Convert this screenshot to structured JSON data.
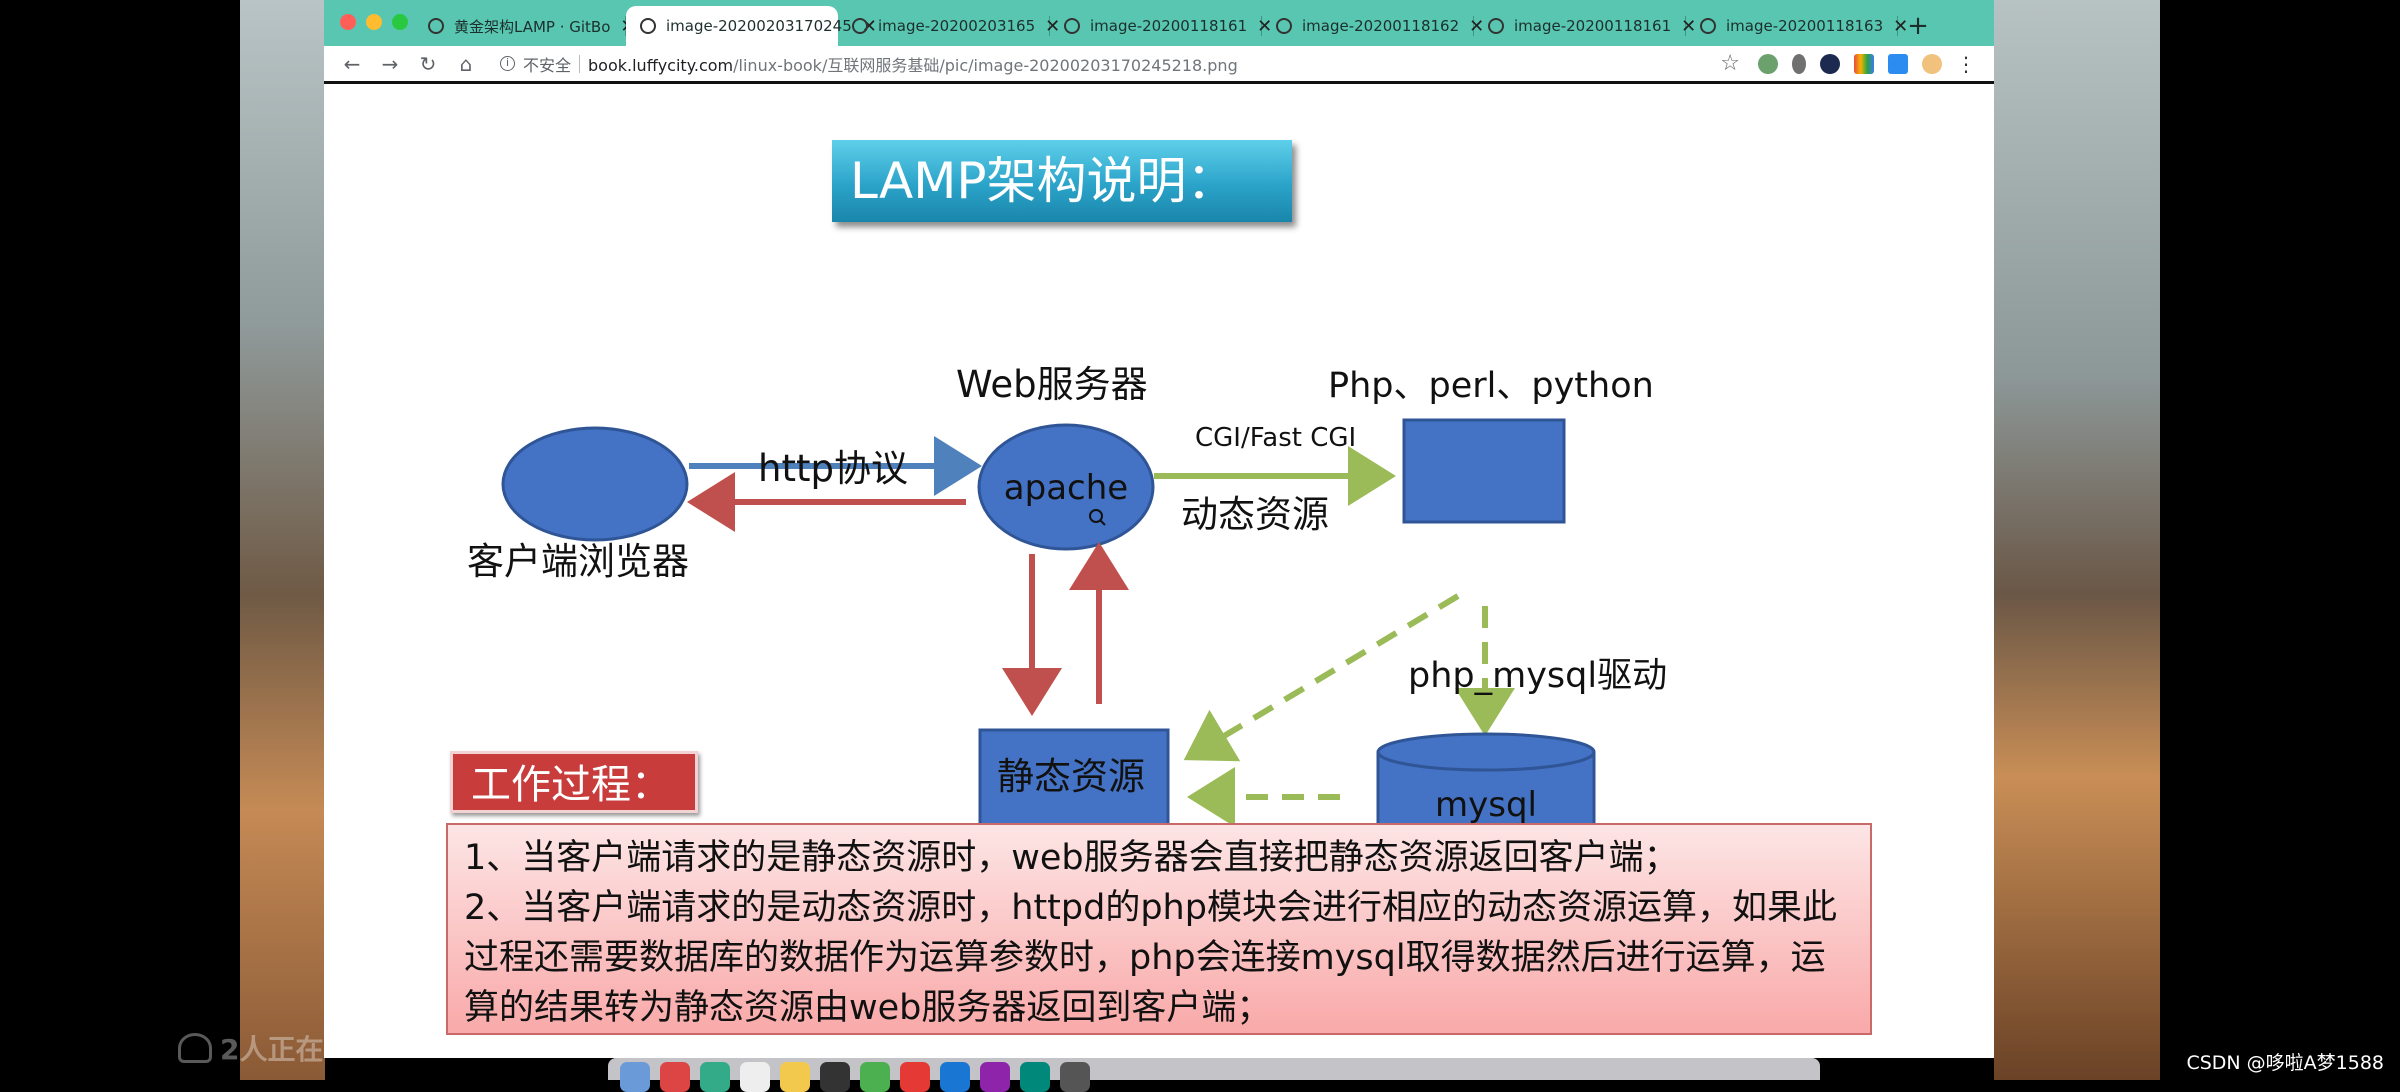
{
  "browser": {
    "tabs": [
      {
        "title": "黄金架构LAMP · GitBo",
        "active": false
      },
      {
        "title": "image-20200203170245",
        "active": true
      },
      {
        "title": "image-20200203165",
        "active": false
      },
      {
        "title": "image-20200118161",
        "active": false
      },
      {
        "title": "image-20200118162",
        "active": false
      },
      {
        "title": "image-20200118161",
        "active": false
      },
      {
        "title": "image-20200118163",
        "active": false
      }
    ],
    "tab_close": "✕",
    "new_tab": "+",
    "security_label": "不安全",
    "url_host": "book.luffycity.com",
    "url_path": "/linux-book/互联网服务基础/pic/image-20200203170245218.png",
    "nav": {
      "back": "←",
      "forward": "→",
      "reload": "↻",
      "home": "⌂"
    },
    "bookmark_icon": "☆",
    "menu_icon": "⋮"
  },
  "slide": {
    "title": "LAMP架构说明：",
    "web_server_label": "Web服务器",
    "languages_label": "Php、perl、python",
    "apache_label": "apache",
    "client_label": "客户端浏览器",
    "http_label": "http协议",
    "cgi_label": "CGI/Fast CGI",
    "dynamic_label": "动态资源",
    "static_label": "静态资源",
    "driver_label": "php_mysql驱动",
    "mysql_label": "mysql",
    "work_process_label": "工作过程：",
    "desc_line1": "1、当客户端请求的是静态资源时，web服务器会直接把静态资源返回客户端；",
    "desc_line2": "2、当客户端请求的是动态资源时，httpd的php模块会进行相应的动态资源运算，如果此过程还需要数据库的数据作为运算参数时，php会连接mysql取得数据然后进行运算，运算的结果转为静态资源由web服务器返回到客户端；"
  },
  "overlay": {
    "watermark": "2人正在",
    "csdn_credit": "CSDN @哆啦A梦1588"
  },
  "colors": {
    "tabbar": "#58c6b0",
    "node_blue": "#4472c4",
    "arrow_red": "#c0504d",
    "arrow_green": "#9bbb59"
  }
}
